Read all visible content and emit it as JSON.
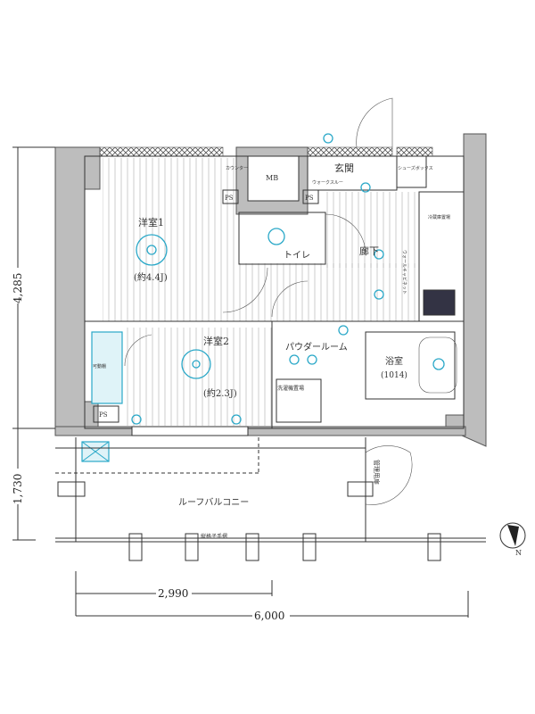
{
  "rooms": {
    "western1": "洋室1",
    "western1_size": "(約4.4J)",
    "western2": "洋室2",
    "western2_size": "(約2.3J)",
    "toilet": "トイレ",
    "hallway": "廊下",
    "entrance": "玄関",
    "shoe_box": "シューズボックス",
    "powder_room": "パウダールーム",
    "bath": "浴室",
    "bath_size": "(1014)",
    "laundry": "洗濯機置場",
    "mb": "MB",
    "ps": "PS",
    "roof_balcony": "ルーフバルコニー",
    "railing": "縦格子手摺",
    "service_door": "管理用扉",
    "movable_shelf": "可動棚",
    "counter": "カウンター",
    "walk_through": "ウォークスルー",
    "wall_cabinet": "ウォールキャビネット",
    "fridge": "冷蔵庫置場"
  },
  "dimensions": {
    "depth_main": "4,285",
    "depth_balcony": "1,730",
    "width_partial": "2,990",
    "width_total": "6,000"
  },
  "compass": {
    "north": "N"
  },
  "colors": {
    "fixture": "#2aa8c8",
    "wall": "#bdbdbd"
  }
}
